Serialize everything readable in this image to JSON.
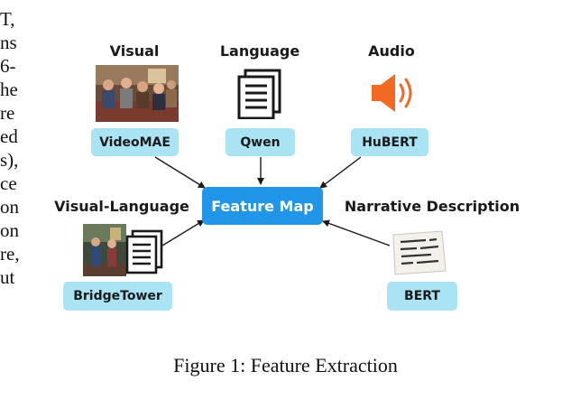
{
  "body_text": [
    "T,",
    "ns",
    "6-",
    "he",
    "re",
    "ed",
    "s),",
    "ce",
    "on",
    "on",
    "re,",
    "ut"
  ],
  "heads": {
    "visual": "Visual",
    "language": "Language",
    "audio": "Audio",
    "visual_language": "Visual-Language",
    "narrative": "Narrative Description"
  },
  "models": {
    "videomae": "VideoMAE",
    "qwen": "Qwen",
    "hubert": "HuBERT",
    "bridgetower": "BridgeTower",
    "bert": "BERT"
  },
  "center_label": "Feature Map",
  "caption": "Figure 1: Feature Extraction",
  "icons": {
    "visual": "tv-scene-photo-icon",
    "language": "document-icon",
    "audio": "speaker-icon",
    "visual_language": "scene-and-document-icon",
    "narrative": "text-note-icon"
  },
  "colors": {
    "chip": "#a9e3f4",
    "center": "#2196e8",
    "speaker": "#f26a21",
    "arrow": "#1a1a1a"
  }
}
